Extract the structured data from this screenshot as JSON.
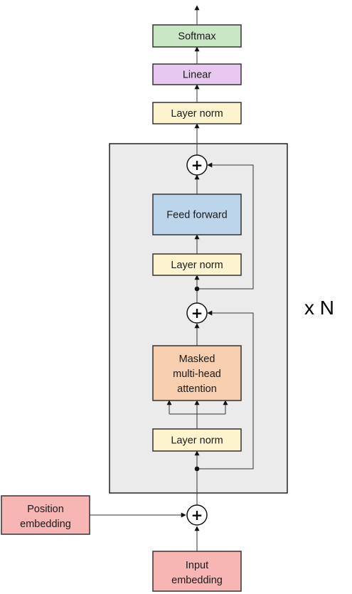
{
  "blocks": {
    "softmax": {
      "label": "Softmax",
      "color": "#c9e7c5"
    },
    "linear": {
      "label": "Linear",
      "color": "#e8c8f0"
    },
    "final_norm": {
      "label": "Layer norm",
      "color": "#fdf3cf"
    },
    "feed_forward": {
      "label": "Feed forward",
      "color": "#bcd5eb"
    },
    "ff_norm": {
      "label": "Layer norm",
      "color": "#fdf3cf"
    },
    "attention": {
      "lines": [
        "Masked",
        "multi-head",
        "attention"
      ],
      "color": "#f7cfae"
    },
    "attn_norm": {
      "label": "Layer norm",
      "color": "#fdf3cf"
    },
    "position_embedding": {
      "lines": [
        "Position",
        "embedding"
      ],
      "color": "#f7b6b4"
    },
    "input_embedding": {
      "lines": [
        "Input",
        "embedding"
      ],
      "color": "#f7b6b4"
    }
  },
  "repeat_label": "x N",
  "colors": {
    "block_bg": "#ebebeb",
    "border": "#222222",
    "line": "#333333"
  }
}
